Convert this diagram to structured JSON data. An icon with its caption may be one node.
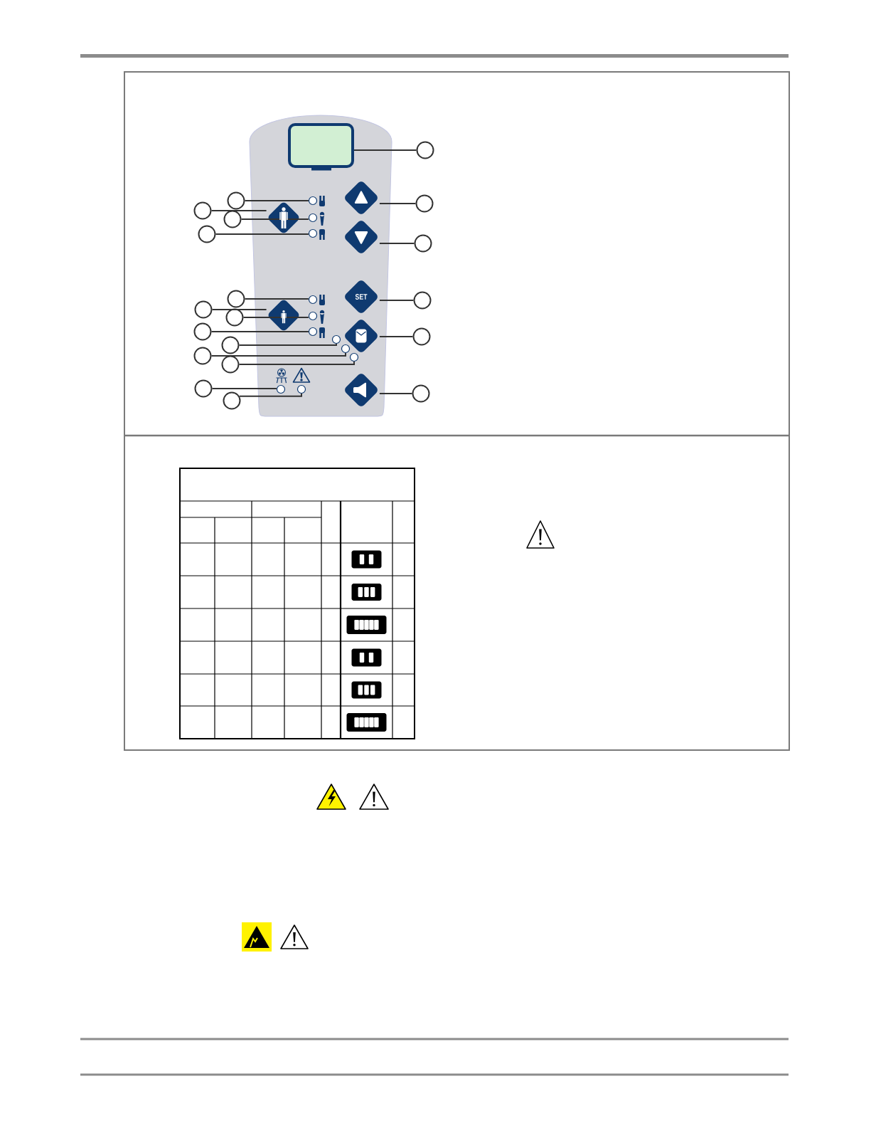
{
  "diagram": {
    "nodes": [
      {
        "text": [],
        "shape": "box"
      },
      {
        "text": [],
        "shape": "circle"
      },
      {
        "text": [],
        "shape": "circle"
      },
      {
        "text": [],
        "shape": "circle"
      },
      {
        "text": [],
        "shape": "diamond"
      },
      {
        "text": [],
        "shape": "circle"
      },
      {
        "text": [],
        "shape": "circle"
      },
      {
        "text": [],
        "shape": "diamond"
      },
      {
        "text": [],
        "shape": "circle"
      },
      {
        "text": [],
        "shape": "circle"
      },
      {
        "text": [],
        "shape": "circle"
      },
      {
        "text": [],
        "shape": "circle"
      },
      {
        "text": [],
        "shape": "diamond"
      },
      {
        "text": [],
        "shape": "circle"
      },
      {
        "text": [],
        "shape": "circle"
      },
      {
        "text": [],
        "shape": "circle"
      },
      {
        "text": [
          "SET"
        ]
      },
      {
        "text": [],
        "shape": "circle"
      },
      {
        "text": [],
        "shape": "circle"
      },
      {
        "text": [],
        "shape": "diamond"
      },
      {
        "text": [],
        "shape": "circle"
      },
      {
        "text": [],
        "shape": "circle"
      },
      {
        "text": [],
        "shape": "circle"
      },
      {
        "text": [],
        "shape": "circle"
      },
      {
        "text": [],
        "shape": "diamond"
      },
      {
        "text": [],
        "shape": "circle"
      },
      {
        "text": [],
        "shape": "circle"
      },
      {
        "text": [],
        "shape": "circle"
      },
      {
        "text": [],
        "shape": "circle"
      },
      {
        "text": [],
        "shape": "circle"
      },
      {
        "text": [],
        "shape": "circle"
      },
      {
        "text": [],
        "shape": "circle"
      },
      {
        "text": [],
        "shape": "circle"
      },
      {
        "text": [],
        "shape": "circle"
      },
      {
        "text": [],
        "shape": "diamond"
      },
      {
        "text": [],
        "shape": "circle"
      },
      {
        "text": [],
        "shape": "circle"
      },
      {
        "text": [],
        "shape": "circle"
      }
    ],
    "edges": [
      {
        "from": 1,
        "to": 0,
        "arrow": "none"
      },
      {
        "from": 2,
        "to": 3,
        "arrow": "none"
      },
      {
        "from": 5,
        "to": 4,
        "arrow": "none"
      },
      {
        "from": 6,
        "to": 7,
        "arrow": "none"
      },
      {
        "from": 8,
        "to": 9,
        "arrow": "none"
      },
      {
        "from": 10,
        "to": 11,
        "arrow": "none"
      },
      {
        "from": 13,
        "to": 12,
        "arrow": "none"
      },
      {
        "from": 14,
        "to": 15,
        "arrow": "none"
      },
      {
        "from": 17,
        "to": 16,
        "arrow": "none"
      },
      {
        "from": 18,
        "to": 19,
        "arrow": "none"
      },
      {
        "from": 20,
        "to": 21,
        "arrow": "none"
      },
      {
        "from": 22,
        "to": 23,
        "arrow": "none"
      },
      {
        "from": 25,
        "to": 24,
        "arrow": "none"
      },
      {
        "from": 26,
        "to": 27,
        "arrow": "none"
      },
      {
        "from": 28,
        "to": 29,
        "arrow": "none"
      },
      {
        "from": 30,
        "to": 31,
        "arrow": "none"
      },
      {
        "from": 32,
        "to": 33,
        "arrow": "none"
      },
      {
        "from": 35,
        "to": 34,
        "arrow": "none"
      },
      {
        "from": 36,
        "to": 37,
        "arrow": "none"
      }
    ]
  }
}
